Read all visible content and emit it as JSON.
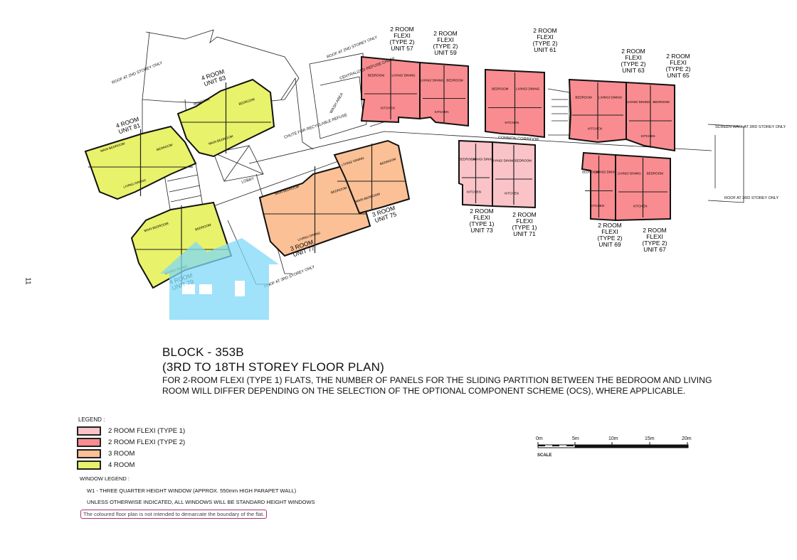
{
  "page_number": "11",
  "title": {
    "block": "BLOCK - 353B",
    "subtitle": "(3RD TO 18TH STOREY FLOOR PLAN)",
    "note_line1": "FOR 2-ROOM FLEXI (TYPE 1) FLATS, THE NUMBER OF PANELS FOR THE SLIDING PARTITION BETWEEN THE BEDROOM AND LIVING",
    "note_line2": "ROOM WILL DIFFER DEPENDING ON THE SELECTION OF THE OPTIONAL COMPONENT SCHEME (OCS), WHERE APPLICABLE."
  },
  "colors": {
    "flexi_type1": "#f9c3c8",
    "flexi_type2": "#f98c90",
    "three_room": "#fbc095",
    "four_room": "#e8f26a",
    "watermark": "#7fd9f7"
  },
  "legend": {
    "heading": "LEGEND :",
    "items": [
      {
        "label": "2 ROOM FLEXI (TYPE 1)",
        "color": "#f9c3c8"
      },
      {
        "label": "2 ROOM FLEXI (TYPE 2)",
        "color": "#f98c90"
      },
      {
        "label": "3 ROOM",
        "color": "#fbc095"
      },
      {
        "label": "4 ROOM",
        "color": "#e8f26a"
      }
    ],
    "window_heading": "WINDOW LEGEND :",
    "window_w1": "W1 - THREE QUARTER HEIGHT WINDOW (APPROX. 550mm HIGH PARAPET WALL)",
    "window_note": "UNLESS OTHERWISE INDICATED, ALL WINDOWS WILL BE STANDARD HEIGHT WINDOWS",
    "disclaimer": "The coloured floor plan is not intended to demarcate the boundary of the flat."
  },
  "scale": {
    "ticks": [
      "0m",
      "5m",
      "10m",
      "15m",
      "20m"
    ],
    "label": "SCALE"
  },
  "annotations": {
    "common_corridor": "COMMON CORRIDOR",
    "lobby": "LOBBY",
    "roof_2nd_a": "ROOF AT 2ND STOREY ONLY",
    "roof_2nd_b": "ROOF AT 2ND STOREY ONLY",
    "roof_3rd_a": "ROOF AT 3RD STOREY ONLY",
    "roof_3rd_b": "ROOF AT 3RD STOREY ONLY",
    "refuse_chute": "CENTRALIZED REFUSE CHUTE",
    "wash_area": "WASH AREA",
    "recycle_chute": "CHUTE FOR RECYCLABLE REFUSE",
    "screen_wall": "SCREEN WALL AT 3RD STOREY ONLY",
    "window_tag": "W1"
  },
  "units": [
    {
      "unit": "57",
      "type": "flexi_type2",
      "lines": [
        "2 ROOM",
        "FLEXI",
        "(TYPE 2)",
        "UNIT 57"
      ],
      "rooms": [
        "BEDROOM",
        "LIVING/ DINING",
        "KITCHEN"
      ]
    },
    {
      "unit": "59",
      "type": "flexi_type2",
      "lines": [
        "2 ROOM",
        "FLEXI",
        "(TYPE 2)",
        "UNIT 59"
      ],
      "rooms": [
        "LIVING/ DINING",
        "BEDROOM",
        "KITCHEN"
      ]
    },
    {
      "unit": "61",
      "type": "flexi_type2",
      "lines": [
        "2 ROOM",
        "FLEXI",
        "(TYPE 2)",
        "UNIT 61"
      ],
      "rooms": [
        "BEDROOM",
        "LIVING/ DINING",
        "KITCHEN"
      ]
    },
    {
      "unit": "63",
      "type": "flexi_type2",
      "lines": [
        "2 ROOM",
        "FLEXI",
        "(TYPE 2)",
        "UNIT 63"
      ],
      "rooms": [
        "BEDROOM",
        "LIVING/ DINING",
        "KITCHEN"
      ]
    },
    {
      "unit": "65",
      "type": "flexi_type2",
      "lines": [
        "2 ROOM",
        "FLEXI",
        "(TYPE 2)",
        "UNIT 65"
      ],
      "rooms": [
        "LIVING/ DINING",
        "BEDROOM",
        "KITCHEN"
      ]
    },
    {
      "unit": "73",
      "type": "flexi_type1",
      "lines": [
        "2 ROOM",
        "FLEXI",
        "(TYPE 1)",
        "UNIT 73"
      ],
      "rooms": [
        "BEDROOM",
        "LIVING/ DINING",
        "KITCHEN"
      ]
    },
    {
      "unit": "71",
      "type": "flexi_type1",
      "lines": [
        "2 ROOM",
        "FLEXI",
        "(TYPE 1)",
        "UNIT 71"
      ],
      "rooms": [
        "LIVING/ DINING",
        "BEDROOM",
        "KITCHEN"
      ]
    },
    {
      "unit": "69",
      "type": "flexi_type2",
      "lines": [
        "2 ROOM",
        "FLEXI",
        "(TYPE 2)",
        "UNIT 69"
      ],
      "rooms": [
        "BEDROOM",
        "LIVING/ DINING",
        "KITCHEN"
      ]
    },
    {
      "unit": "67",
      "type": "flexi_type2",
      "lines": [
        "2 ROOM",
        "FLEXI",
        "(TYPE 2)",
        "UNIT 67"
      ],
      "rooms": [
        "LIVING/ DINING",
        "BEDROOM",
        "KITCHEN"
      ]
    },
    {
      "unit": "77",
      "type": "three_room",
      "lines": [
        "3 ROOM",
        "UNIT 77"
      ],
      "rooms": [
        "MAIN BEDROOM",
        "BEDROOM",
        "LIVING/ DINING"
      ]
    },
    {
      "unit": "75",
      "type": "three_room",
      "lines": [
        "3 ROOM",
        "UNIT 75"
      ],
      "rooms": [
        "LIVING/ DINING",
        "BEDROOM",
        "MAIN BEDROOM"
      ]
    },
    {
      "unit": "81",
      "type": "four_room",
      "lines": [
        "4 ROOM",
        "UNIT 81"
      ],
      "rooms": [
        "MAIN BEDROOM",
        "BEDROOM",
        "LIVING/ DINING"
      ]
    },
    {
      "unit": "83",
      "type": "four_room",
      "lines": [
        "4 ROOM",
        "UNIT 83"
      ],
      "rooms": [
        "BEDROOM",
        "BEDROOM",
        "MAIN BEDROOM"
      ]
    },
    {
      "unit": "79",
      "type": "four_room",
      "lines": [
        "4 ROOM",
        "UNIT 79"
      ],
      "rooms": [
        "MAIN BEDROOM",
        "BEDROOM",
        "LIVING/ DINING"
      ]
    }
  ]
}
